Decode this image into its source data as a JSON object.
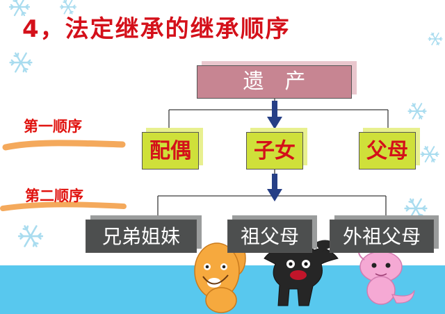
{
  "title": "4，法定继承的继承顺序",
  "root": {
    "label": "遗　产"
  },
  "orders": [
    {
      "label": "第一顺序",
      "heirs": [
        "配偶",
        "子女",
        "父母"
      ]
    },
    {
      "label": "第二顺序",
      "heirs": [
        "兄弟姐妹",
        "祖父母",
        "外祖父母"
      ]
    }
  ],
  "colors": {
    "title": "#d4101a",
    "root_box": "#c78592",
    "first_order_box": "#cfe03a",
    "second_order_box": "#4d4f4f",
    "label_underline": "#f3a04a",
    "bottom_band": "#58c8ee"
  },
  "decorations": [
    "snowflake-icon",
    "orange-creature-icon",
    "black-creature-icon",
    "pink-creature-icon"
  ]
}
